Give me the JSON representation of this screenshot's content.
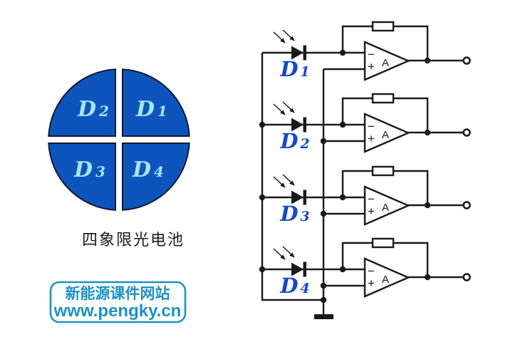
{
  "detector": {
    "caption": "四象限光电池",
    "quadrants": [
      {
        "position": "top-left",
        "letter": "D",
        "sub": "2"
      },
      {
        "position": "top-right",
        "letter": "D",
        "sub": "1"
      },
      {
        "position": "bottom-left",
        "letter": "D",
        "sub": "3"
      },
      {
        "position": "bottom-right",
        "letter": "D",
        "sub": "4"
      }
    ],
    "colors": {
      "quadrant_fill": "#0d55bd",
      "quadrant_outline": "#15182b",
      "label": "#a8e4f6"
    }
  },
  "circuit": {
    "amp_label": "A",
    "minus_label": "−",
    "plus_label": "+",
    "channels": [
      {
        "letter": "D",
        "sub": "1"
      },
      {
        "letter": "D",
        "sub": "2"
      },
      {
        "letter": "D",
        "sub": "3"
      },
      {
        "letter": "D",
        "sub": "4"
      }
    ],
    "colors": {
      "wire": "#1a1a1a",
      "diode_label": "#1747cb"
    }
  },
  "watermark": {
    "line1": "新能源课件网站",
    "line2": "www.pengky.cn",
    "color": "#1c92c2"
  }
}
